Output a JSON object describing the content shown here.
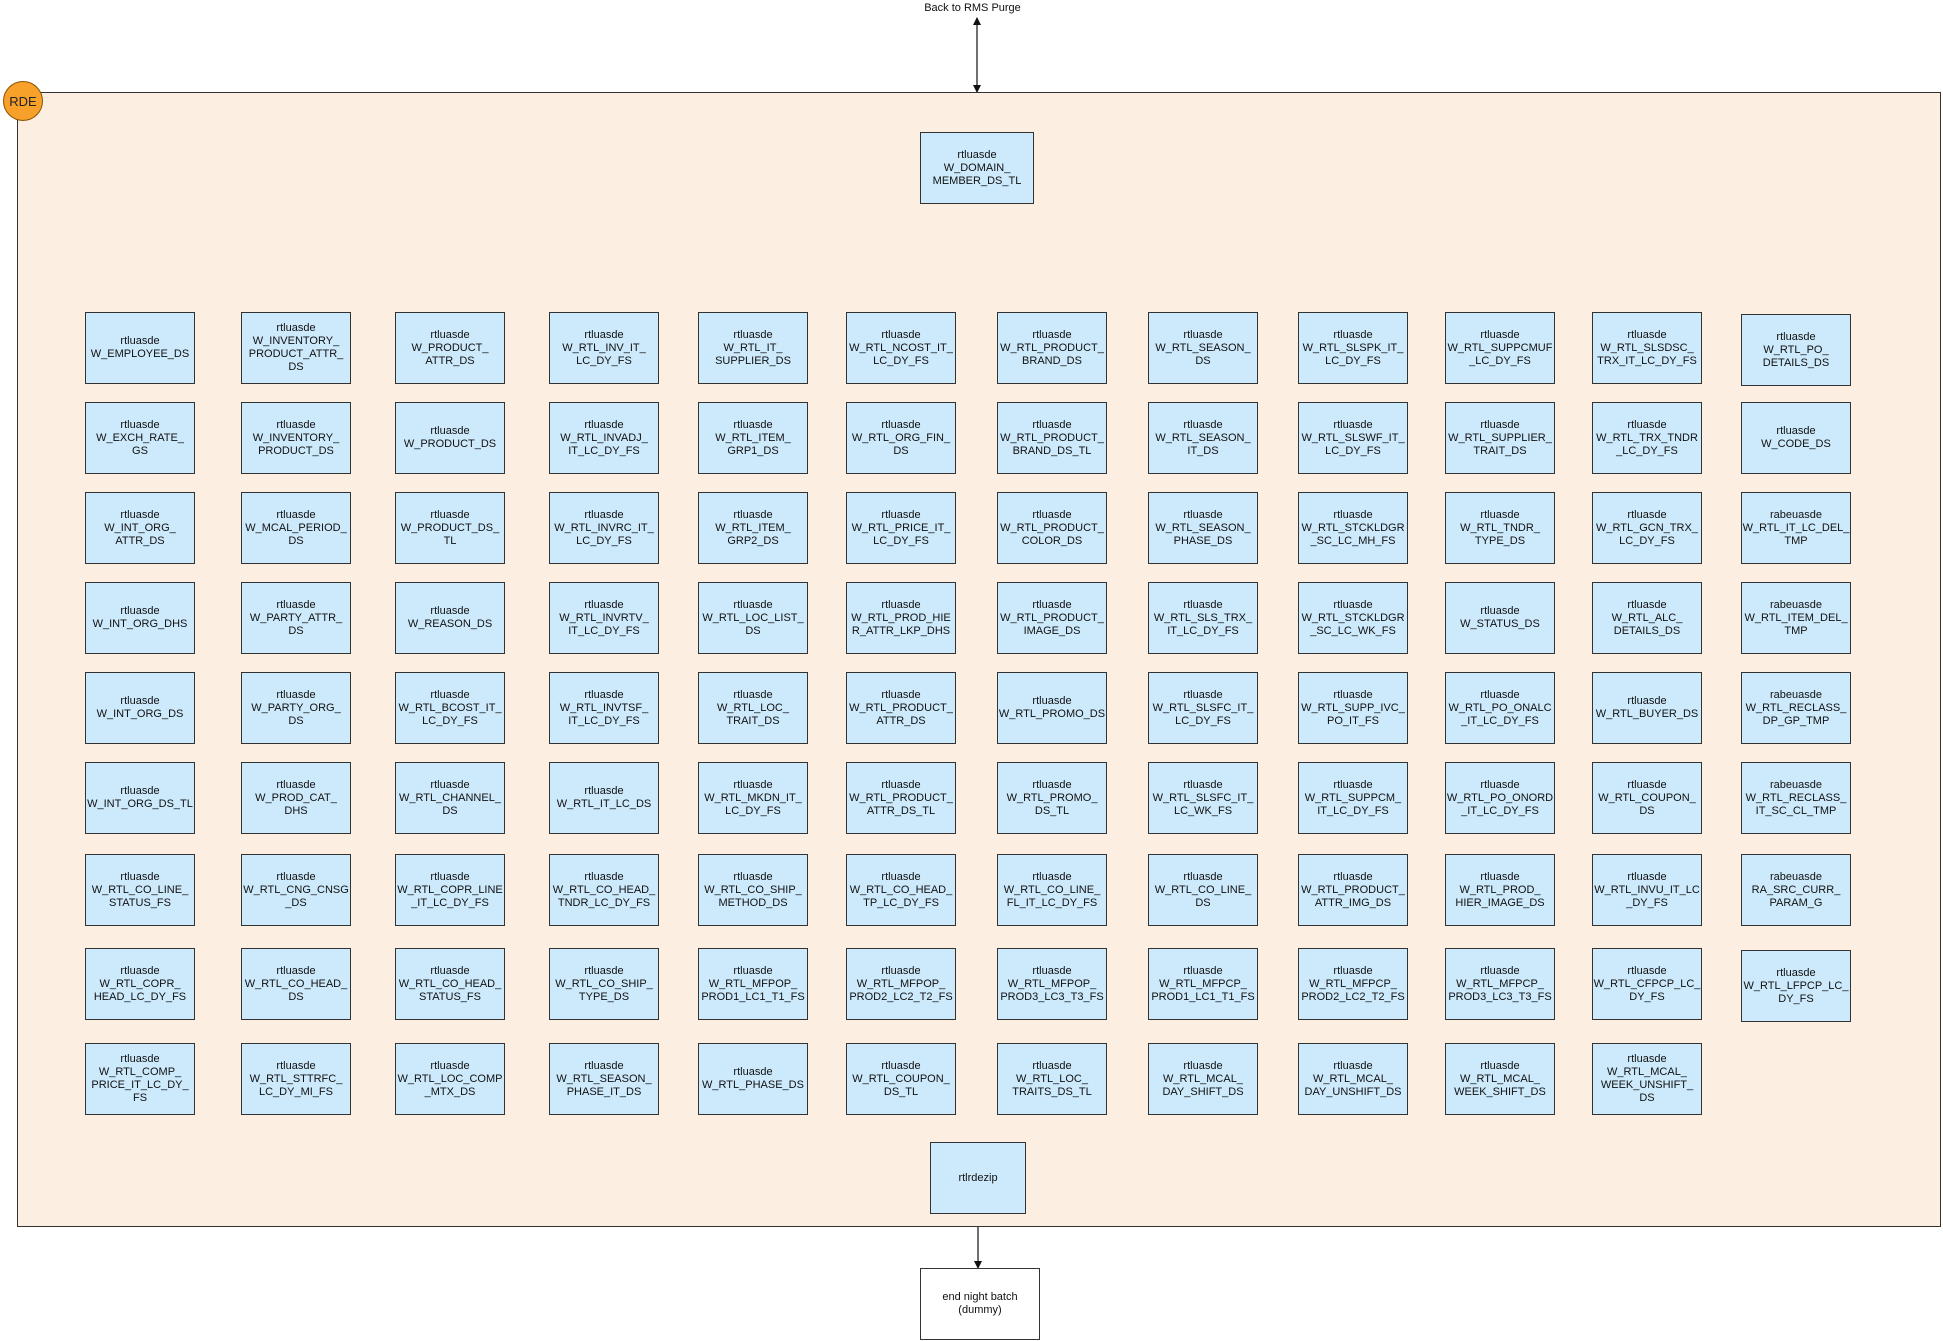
{
  "title": "Back to RMS Purge",
  "group_label": "RDE",
  "top_node": [
    "rtluasde",
    "W_DOMAIN_",
    "MEMBER_DS_TL"
  ],
  "merge_node": [
    "rtlrdezip"
  ],
  "end_node": [
    "end night batch",
    "(dummy)"
  ],
  "columns": [
    [
      [
        "rtluasde",
        "W_EMPLOYEE_DS"
      ],
      [
        "rtluasde",
        "W_EXCH_RATE_",
        "GS"
      ],
      [
        "rtluasde",
        "W_INT_ORG_",
        "ATTR_DS"
      ],
      [
        "rtluasde",
        "W_INT_ORG_DHS"
      ],
      [
        "rtluasde",
        "W_INT_ORG_DS"
      ],
      [
        "rtluasde",
        "W_INT_ORG_DS_TL"
      ],
      [
        "rtluasde",
        "W_RTL_CO_LINE_",
        "STATUS_FS"
      ],
      [
        "rtluasde",
        "W_RTL_COPR_",
        "HEAD_LC_DY_FS"
      ],
      [
        "rtluasde",
        "W_RTL_COMP_",
        "PRICE_IT_LC_DY_",
        "FS"
      ]
    ],
    [
      [
        "rtluasde",
        "W_INVENTORY_",
        "PRODUCT_ATTR_",
        "DS"
      ],
      [
        "rtluasde",
        "W_INVENTORY_",
        "PRODUCT_DS"
      ],
      [
        "rtluasde",
        "W_MCAL_PERIOD_",
        "DS"
      ],
      [
        "rtluasde",
        "W_PARTY_ATTR_",
        "DS"
      ],
      [
        "rtluasde",
        "W_PARTY_ORG_",
        "DS"
      ],
      [
        "rtluasde",
        "W_PROD_CAT_",
        "DHS"
      ],
      [
        "rtluasde",
        "W_RTL_CNG_CNSG",
        "_DS"
      ],
      [
        "rtluasde",
        "W_RTL_CO_HEAD_",
        "DS"
      ],
      [
        "rtluasde",
        "W_RTL_STTRFC_",
        "LC_DY_MI_FS"
      ]
    ],
    [
      [
        "rtluasde",
        "W_PRODUCT_",
        "ATTR_DS"
      ],
      [
        "rtluasde",
        "W_PRODUCT_DS"
      ],
      [
        "rtluasde",
        "W_PRODUCT_DS_",
        "TL"
      ],
      [
        "rtluasde",
        "W_REASON_DS"
      ],
      [
        "rtluasde",
        "W_RTL_BCOST_IT_",
        "LC_DY_FS"
      ],
      [
        "rtluasde",
        "W_RTL_CHANNEL_",
        "DS"
      ],
      [
        "rtluasde",
        "W_RTL_COPR_LINE",
        "_IT_LC_DY_FS"
      ],
      [
        "rtluasde",
        "W_RTL_CO_HEAD_",
        "STATUS_FS"
      ],
      [
        "rtluasde",
        "W_RTL_LOC_COMP",
        "_MTX_DS"
      ]
    ],
    [
      [
        "rtluasde",
        "W_RTL_INV_IT_",
        "LC_DY_FS"
      ],
      [
        "rtluasde",
        "W_RTL_INVADJ_",
        "IT_LC_DY_FS"
      ],
      [
        "rtluasde",
        "W_RTL_INVRC_IT_",
        "LC_DY_FS"
      ],
      [
        "rtluasde",
        "W_RTL_INVRTV_",
        "IT_LC_DY_FS"
      ],
      [
        "rtluasde",
        "W_RTL_INVTSF_",
        "IT_LC_DY_FS"
      ],
      [
        "rtluasde",
        "W_RTL_IT_LC_DS"
      ],
      [
        "rtluasde",
        "W_RTL_CO_HEAD_",
        "TNDR_LC_DY_FS"
      ],
      [
        "rtluasde",
        "W_RTL_CO_SHIP_",
        "TYPE_DS"
      ],
      [
        "rtluasde",
        "W_RTL_SEASON_",
        "PHASE_IT_DS"
      ]
    ],
    [
      [
        "rtluasde",
        "W_RTL_IT_",
        "SUPPLIER_DS"
      ],
      [
        "rtluasde",
        "W_RTL_ITEM_",
        "GRP1_DS"
      ],
      [
        "rtluasde",
        "W_RTL_ITEM_",
        "GRP2_DS"
      ],
      [
        "rtluasde",
        "W_RTL_LOC_LIST_",
        "DS"
      ],
      [
        "rtluasde",
        "W_RTL_LOC_",
        "TRAIT_DS"
      ],
      [
        "rtluasde",
        "W_RTL_MKDN_IT_",
        "LC_DY_FS"
      ],
      [
        "rtluasde",
        "W_RTL_CO_SHIP_",
        "METHOD_DS"
      ],
      [
        "rtluasde",
        "W_RTL_MFPOP_",
        "PROD1_LC1_T1_FS"
      ],
      [
        "rtluasde",
        "W_RTL_PHASE_DS"
      ]
    ],
    [
      [
        "rtluasde",
        "W_RTL_NCOST_IT_",
        "LC_DY_FS"
      ],
      [
        "rtluasde",
        "W_RTL_ORG_FIN_",
        "DS"
      ],
      [
        "rtluasde",
        "W_RTL_PRICE_IT_",
        "LC_DY_FS"
      ],
      [
        "rtluasde",
        "W_RTL_PROD_HIE",
        "R_ATTR_LKP_DHS"
      ],
      [
        "rtluasde",
        "W_RTL_PRODUCT_",
        "ATTR_DS"
      ],
      [
        "rtluasde",
        "W_RTL_PRODUCT_",
        "ATTR_DS_TL"
      ],
      [
        "rtluasde",
        "W_RTL_CO_HEAD_",
        "TP_LC_DY_FS"
      ],
      [
        "rtluasde",
        "W_RTL_MFPOP_",
        "PROD2_LC2_T2_FS"
      ],
      [
        "rtluasde",
        "W_RTL_COUPON_",
        "DS_TL"
      ]
    ],
    [
      [
        "rtluasde",
        "W_RTL_PRODUCT_",
        "BRAND_DS"
      ],
      [
        "rtluasde",
        "W_RTL_PRODUCT_",
        "BRAND_DS_TL"
      ],
      [
        "rtluasde",
        "W_RTL_PRODUCT_",
        "COLOR_DS"
      ],
      [
        "rtluasde",
        "W_RTL_PRODUCT_",
        "IMAGE_DS"
      ],
      [
        "rtluasde",
        "W_RTL_PROMO_DS"
      ],
      [
        "rtluasde",
        "W_RTL_PROMO_",
        "DS_TL"
      ],
      [
        "rtluasde",
        "W_RTL_CO_LINE_",
        "FL_IT_LC_DY_FS"
      ],
      [
        "rtluasde",
        "W_RTL_MFPOP_",
        "PROD3_LC3_T3_FS"
      ],
      [
        "rtluasde",
        "W_RTL_LOC_",
        "TRAITS_DS_TL"
      ]
    ],
    [
      [
        "rtluasde",
        "W_RTL_SEASON_",
        "DS"
      ],
      [
        "rtluasde",
        "W_RTL_SEASON_",
        "IT_DS"
      ],
      [
        "rtluasde",
        "W_RTL_SEASON_",
        "PHASE_DS"
      ],
      [
        "rtluasde",
        "W_RTL_SLS_TRX_",
        "IT_LC_DY_FS"
      ],
      [
        "rtluasde",
        "W_RTL_SLSFC_IT_",
        "LC_DY_FS"
      ],
      [
        "rtluasde",
        "W_RTL_SLSFC_IT_",
        "LC_WK_FS"
      ],
      [
        "rtluasde",
        "W_RTL_CO_LINE_",
        "DS"
      ],
      [
        "rtluasde",
        "W_RTL_MFPCP_",
        "PROD1_LC1_T1_FS"
      ],
      [
        "rtluasde",
        "W_RTL_MCAL_",
        "DAY_SHIFT_DS"
      ]
    ],
    [
      [
        "rtluasde",
        "W_RTL_SLSPK_IT_",
        "LC_DY_FS"
      ],
      [
        "rtluasde",
        "W_RTL_SLSWF_IT_",
        "LC_DY_FS"
      ],
      [
        "rtluasde",
        "W_RTL_STCKLDGR",
        "_SC_LC_MH_FS"
      ],
      [
        "rtluasde",
        "W_RTL_STCKLDGR",
        "_SC_LC_WK_FS"
      ],
      [
        "rtluasde",
        "W_RTL_SUPP_IVC_",
        "PO_IT_FS"
      ],
      [
        "rtluasde",
        "W_RTL_SUPPCM_",
        "IT_LC_DY_FS"
      ],
      [
        "rtluasde",
        "W_RTL_PRODUCT_",
        "ATTR_IMG_DS"
      ],
      [
        "rtluasde",
        "W_RTL_MFPCP_",
        "PROD2_LC2_T2_FS"
      ],
      [
        "rtluasde",
        "W_RTL_MCAL_",
        "DAY_UNSHIFT_DS"
      ]
    ],
    [
      [
        "rtluasde",
        "W_RTL_SUPPCMUF",
        "_LC_DY_FS"
      ],
      [
        "rtluasde",
        "W_RTL_SUPPLIER_",
        "TRAIT_DS"
      ],
      [
        "rtluasde",
        "W_RTL_TNDR_",
        "TYPE_DS"
      ],
      [
        "rtluasde",
        "W_STATUS_DS"
      ],
      [
        "rtluasde",
        "W_RTL_PO_ONALC",
        "_IT_LC_DY_FS"
      ],
      [
        "rtluasde",
        "W_RTL_PO_ONORD",
        "_IT_LC_DY_FS"
      ],
      [
        "rtluasde",
        "W_RTL_PROD_",
        "HIER_IMAGE_DS"
      ],
      [
        "rtluasde",
        "W_RTL_MFPCP_",
        "PROD3_LC3_T3_FS"
      ],
      [
        "rtluasde",
        "W_RTL_MCAL_",
        "WEEK_SHIFT_DS"
      ]
    ],
    [
      [
        "rtluasde",
        "W_RTL_SLSDSC_",
        "TRX_IT_LC_DY_FS"
      ],
      [
        "rtluasde",
        "W_RTL_TRX_TNDR",
        "_LC_DY_FS"
      ],
      [
        "rtluasde",
        "W_RTL_GCN_TRX_",
        "LC_DY_FS"
      ],
      [
        "rtluasde",
        "W_RTL_ALC_",
        "DETAILS_DS"
      ],
      [
        "rtluasde",
        "W_RTL_BUYER_DS"
      ],
      [
        "rtluasde",
        "W_RTL_COUPON_",
        "DS"
      ],
      [
        "rtluasde",
        "W_RTL_INVU_IT_LC",
        "_DY_FS"
      ],
      [
        "rtluasde",
        "W_RTL_CFPCP_LC_",
        "DY_FS"
      ],
      [
        "rtluasde",
        "W_RTL_MCAL_",
        "WEEK_UNSHIFT_",
        "DS"
      ]
    ],
    [
      [
        "rtluasde",
        "W_RTL_PO_",
        "DETAILS_DS"
      ],
      [
        "rtluasde",
        "W_CODE_DS"
      ],
      [
        "rabeuasde",
        "W_RTL_IT_LC_DEL_",
        "TMP"
      ],
      [
        "rabeuasde",
        "W_RTL_ITEM_DEL_",
        "TMP"
      ],
      [
        "rabeuasde",
        "W_RTL_RECLASS_",
        "DP_GP_TMP"
      ],
      [
        "rabeuasde",
        "W_RTL_RECLASS_",
        "IT_SC_CL_TMP"
      ],
      [
        "rabeuasde",
        "RA_SRC_CURR_",
        "PARAM_G"
      ],
      [
        "rtluasde",
        "W_RTL_LFPCP_LC_",
        "DY_FS"
      ]
    ]
  ]
}
